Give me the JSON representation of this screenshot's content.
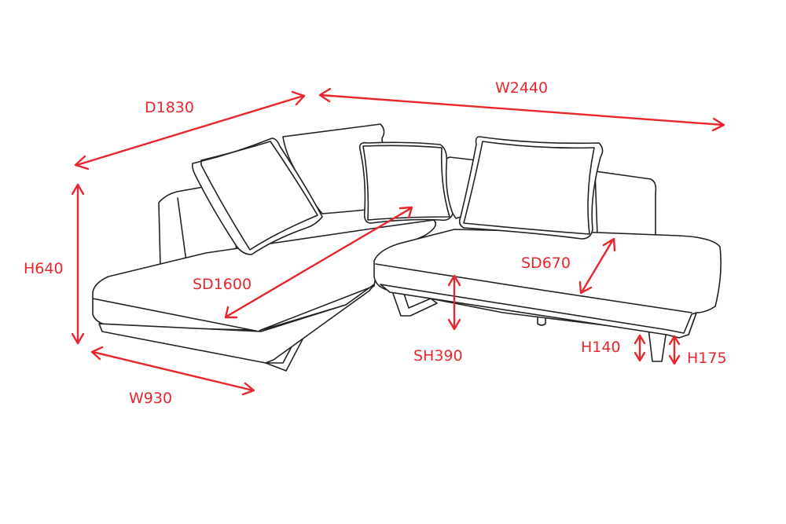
{
  "dimensions": {
    "depth_total": "D1830",
    "width_total": "W2440",
    "height": "H640",
    "seat_depth_chaise": "SD1600",
    "seat_depth_side": "SD670",
    "seat_height": "SH390",
    "leg_height_1": "H140",
    "leg_height_2": "H175",
    "width_chaise": "W930"
  },
  "colors": {
    "dimension": "#e8262d",
    "outline": "#222222"
  }
}
